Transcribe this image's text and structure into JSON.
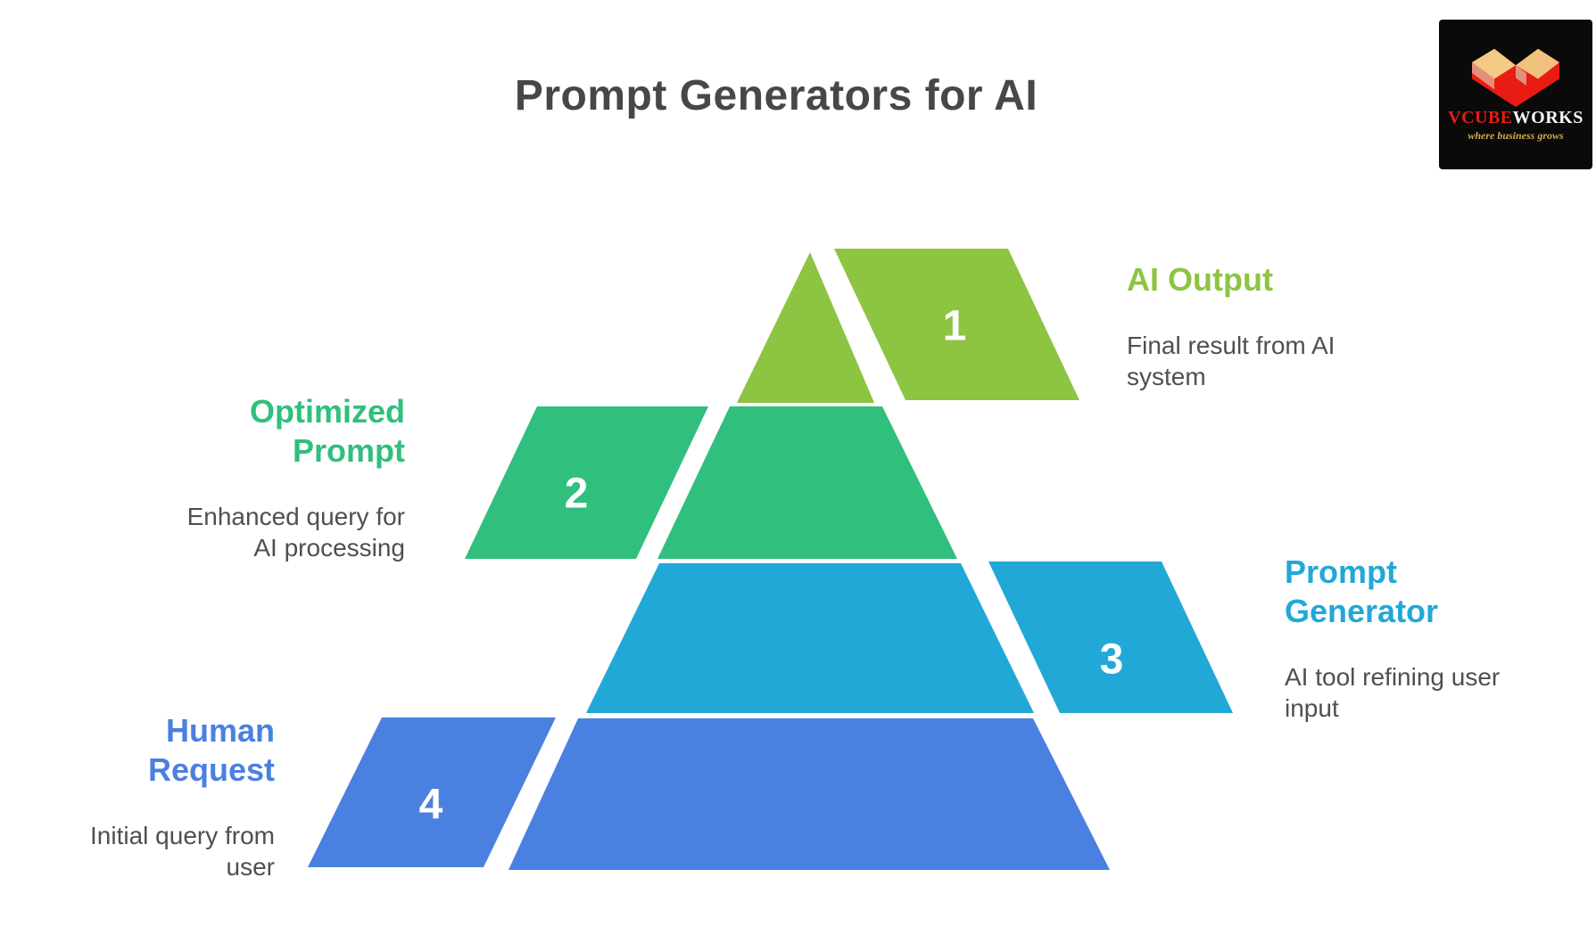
{
  "title": "Prompt Generators for AI",
  "logo": {
    "brand_red": "VCUBE",
    "brand_white": "WORKS",
    "tagline": "where business grows",
    "box_color": "#0a0a0a",
    "cube_red": "#e81c12",
    "cube_tan": "#f2ca85",
    "cube_salmon": "#e2907b"
  },
  "colors": {
    "title_text": "#474747",
    "description_text": "#4f4f4f",
    "number_text": "#ffffff"
  },
  "levels": [
    {
      "number": "1",
      "name": "AI Output",
      "name_lines": [
        "AI Output",
        ""
      ],
      "desc_lines": [
        "Final result from AI",
        "system"
      ],
      "color": "#8dc441",
      "side": "right"
    },
    {
      "number": "2",
      "name": "Optimized Prompt",
      "name_lines": [
        "Optimized",
        "Prompt"
      ],
      "desc_lines": [
        "Enhanced query for",
        "AI processing"
      ],
      "color": "#30bf7c",
      "side": "left"
    },
    {
      "number": "3",
      "name": "Prompt Generator",
      "name_lines": [
        "Prompt",
        "Generator"
      ],
      "desc_lines": [
        "AI tool refining user",
        "input"
      ],
      "color": "#22a8d7",
      "side": "right"
    },
    {
      "number": "4",
      "name": "Human Request",
      "name_lines": [
        "Human",
        "Request"
      ],
      "desc_lines": [
        "Initial query from",
        "user"
      ],
      "color": "#4a80e0",
      "side": "left"
    }
  ]
}
